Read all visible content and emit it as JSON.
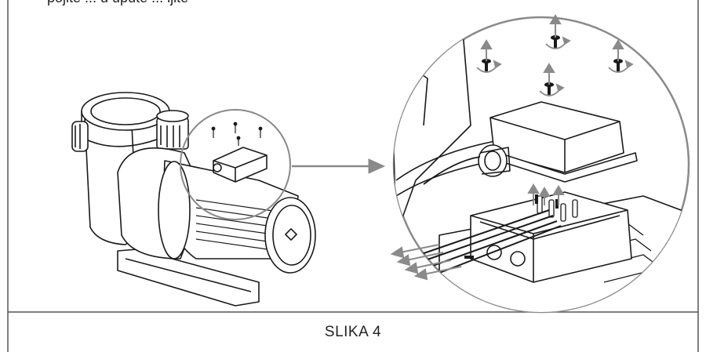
{
  "figure": {
    "caption": "SLIKA 4",
    "top_partial_text": "pojite ... u upute ... ljite"
  },
  "icons": {
    "pump": "pool-pump-illustration",
    "magnifier": "zoom-detail-circle",
    "arrow": "right-arrow",
    "screw": "screw-icon",
    "rotate": "rotate-ccw-arrow-icon",
    "lift": "lift-up-arrow-icon",
    "pull": "pull-out-arrow-icon"
  },
  "colors": {
    "line": "#1a1a1a",
    "gray_arrow": "#8a8a8a",
    "frame": "#555555"
  }
}
